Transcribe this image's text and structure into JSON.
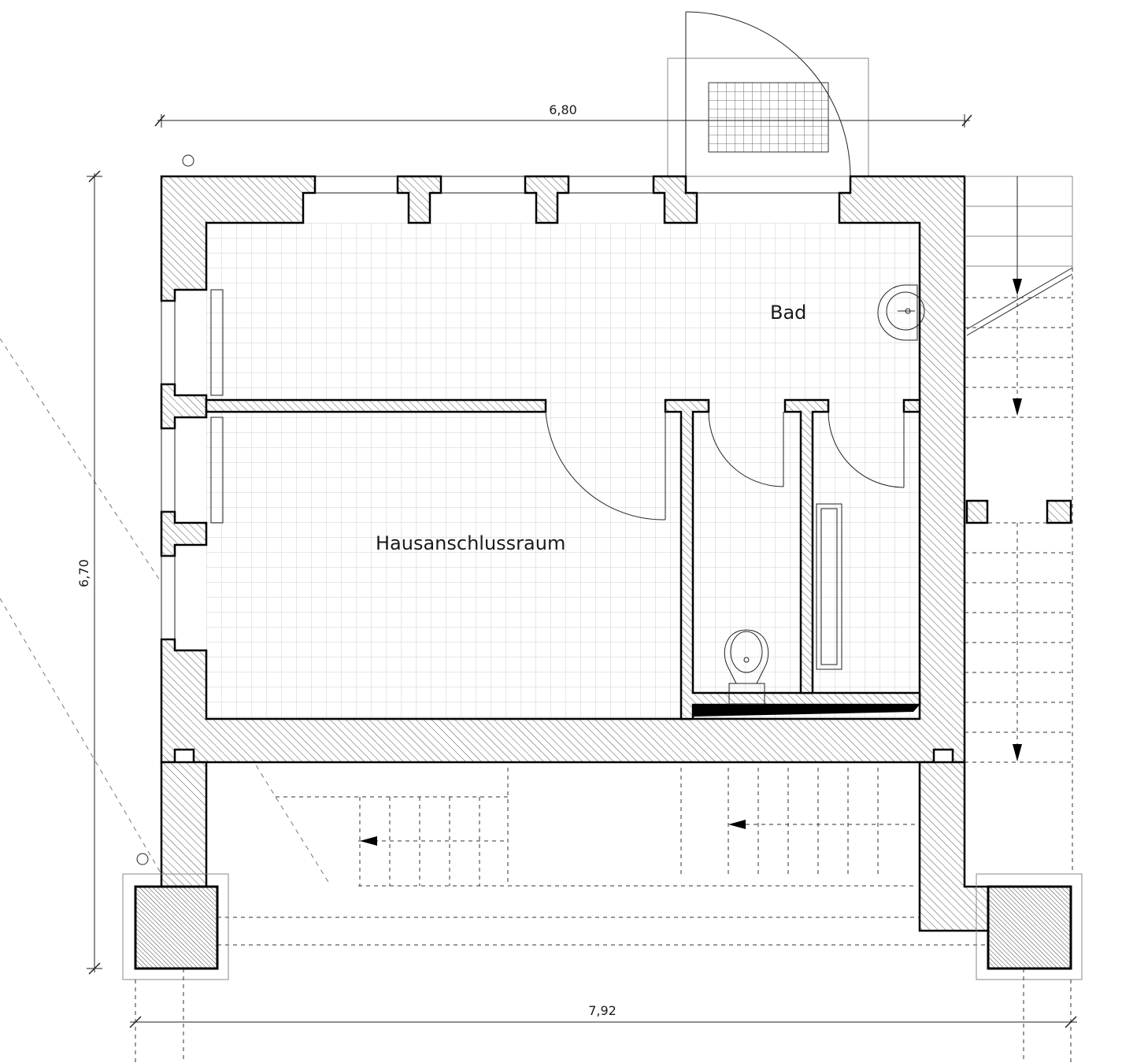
{
  "dimensions": {
    "top_width": "6,80",
    "left_height": "6,70",
    "bottom_width": "7,92"
  },
  "rooms": {
    "bath": "Bad",
    "utility": "Hausanschlussraum"
  },
  "colors": {
    "line": "#000000",
    "tile_grid": "#cfcfcf",
    "background": "#ffffff"
  }
}
